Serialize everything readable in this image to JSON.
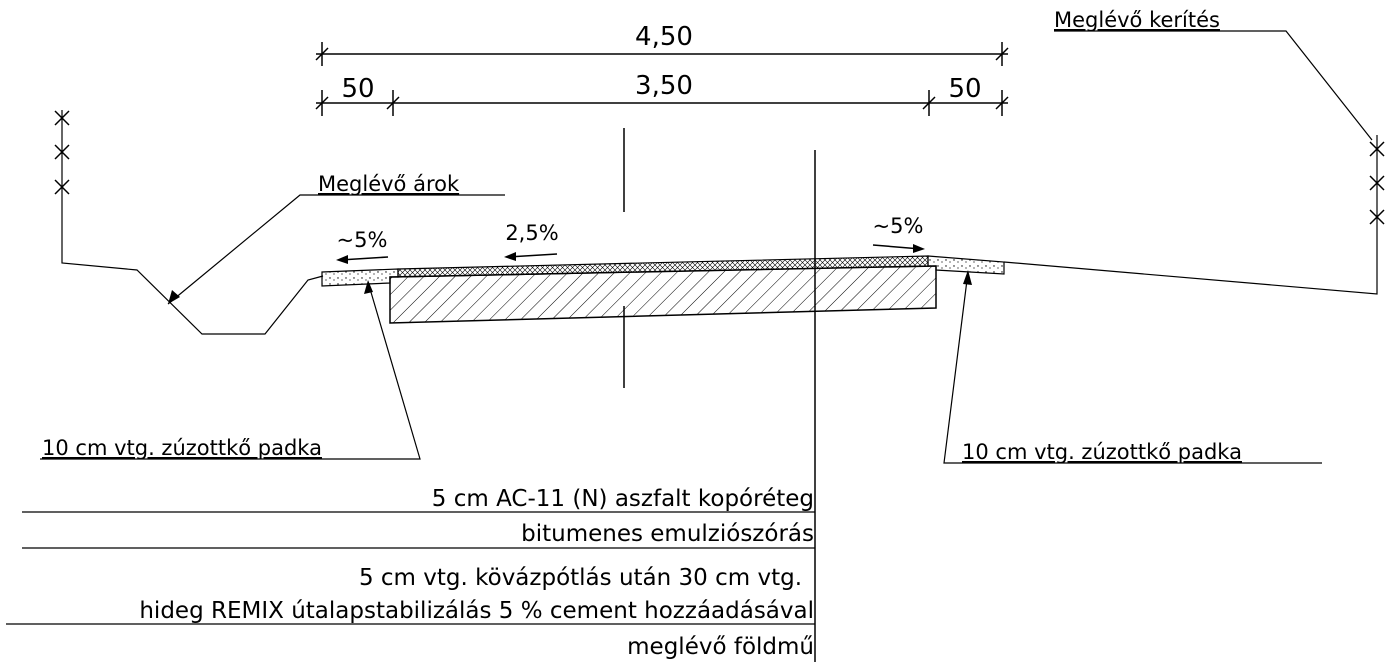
{
  "dimensions": {
    "total": "4,50",
    "left_shoulder": "50",
    "carriageway": "3,50",
    "right_shoulder": "50"
  },
  "slopes": {
    "left_shoulder": "~5%",
    "carriageway": "2,5%",
    "right_shoulder": "~5%"
  },
  "labels": {
    "existing_fence": "Meglévő kerítés",
    "existing_ditch": "Meglévő árok",
    "shoulder_left": "10 cm vtg. zúzottkő padka",
    "shoulder_right": "10 cm vtg. zúzottkő padka"
  },
  "layers": [
    "5 cm AC-11 (N) aszfalt kopóréteg",
    "bitumenes emulziószórás",
    "5 cm vtg. kövázpótlás után 30 cm vtg.",
    "hideg REMIX útalapstabilizálás 5 % cement hozzáadásával",
    "meglévő földmű"
  ]
}
